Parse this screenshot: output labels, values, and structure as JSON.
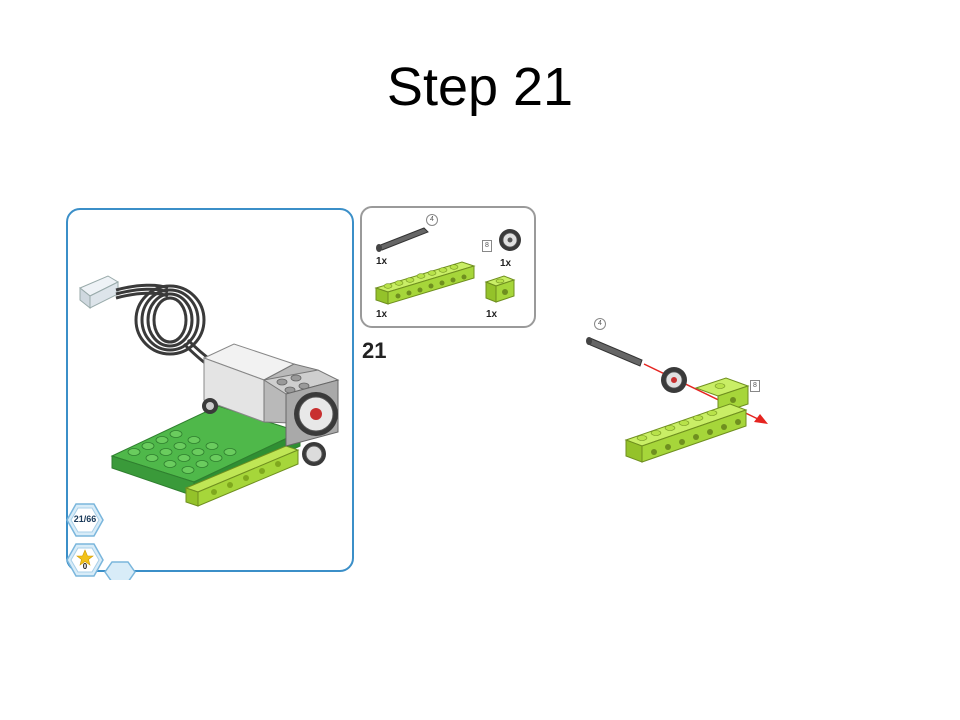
{
  "slide": {
    "title": "Step 21"
  },
  "step": {
    "number": "21"
  },
  "parts": {
    "axle": {
      "qty": "1x",
      "length": "4"
    },
    "gear": {
      "qty": "1x"
    },
    "beam": {
      "qty": "1x",
      "length": "8"
    },
    "brick": {
      "qty": "1x"
    }
  },
  "assembly": {
    "axle_length": "4",
    "beam_length": "8"
  },
  "badges": {
    "progress": "21/66",
    "stars": "0"
  },
  "colors": {
    "lime": "#a6d63a",
    "green": "#3fa33f",
    "frame_blue": "#3b8fc8",
    "arrow_red": "#e52420"
  }
}
